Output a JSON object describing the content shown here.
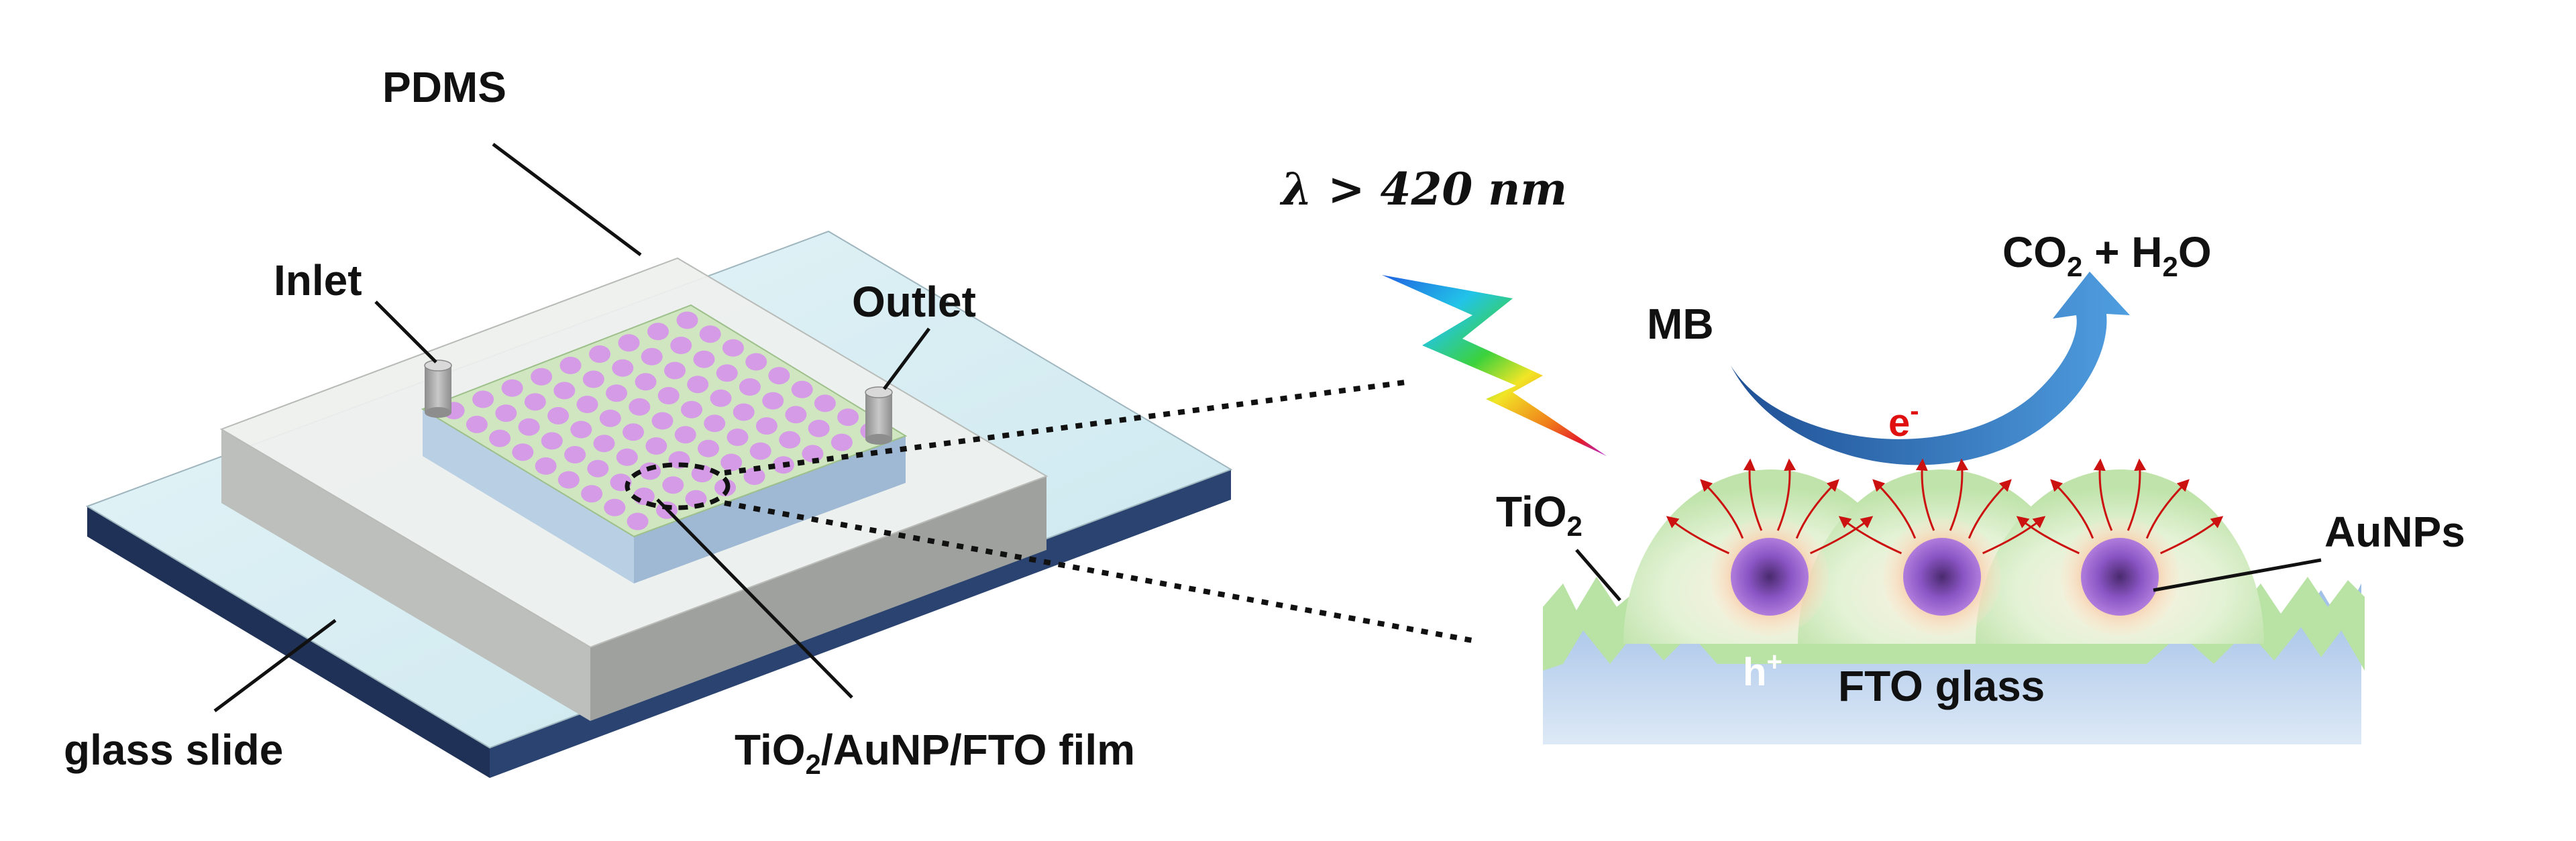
{
  "labels": {
    "pdms": "PDMS",
    "inlet": "Inlet",
    "outlet": "Outlet",
    "glass_slide": "glass slide",
    "film_main": "TiO",
    "film_sub": "2",
    "film_rest": "/AuNP/FTO film",
    "wavelength": "λ > 420 nm",
    "mb": "MB",
    "products_a": "CO",
    "products_sub1": "2",
    "products_b": " + H",
    "products_sub2": "2",
    "products_c": "O",
    "electron": "e",
    "electron_sup": "-",
    "tio2_main": "TiO",
    "tio2_sub": "2",
    "aunps": "AuNPs",
    "hole": "h",
    "hole_sup": "+",
    "fto": "FTO glass"
  },
  "colors": {
    "slide_top": "#d7eef4",
    "slide_edge": "#1f3157",
    "pdms_top": "#eff1ef",
    "pdms_side": "#a9aca8",
    "channel": "#c8e3b8",
    "nanoparticle_dots": "#d59be6",
    "tio2": "#b9e2a5",
    "fto": "#a9c5e8",
    "au_core": "#9b5ccf",
    "arrow_blue": "#2f6fb5",
    "electron_red": "#e01010",
    "field_arrows": "#cc1111"
  },
  "icons": [
    "lightning-bolt-icon",
    "curved-reaction-arrow-icon"
  ]
}
